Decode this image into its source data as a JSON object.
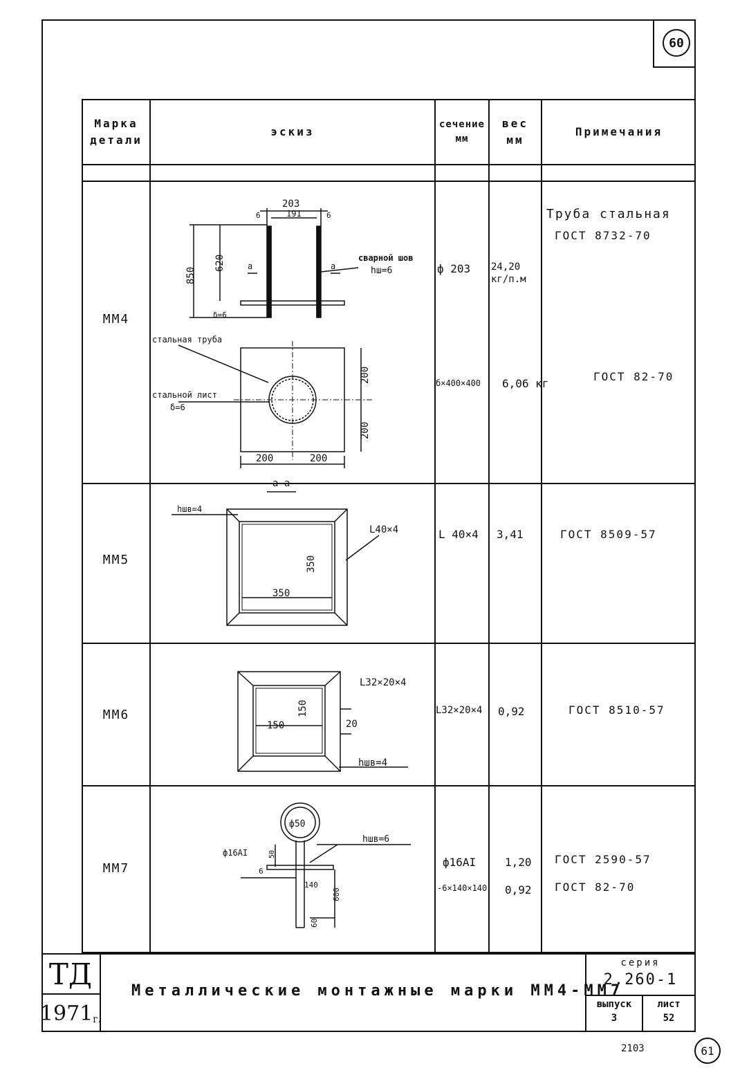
{
  "page_number_top": "60",
  "page_number_bottom": "61",
  "footer_code": "2103",
  "header": {
    "mark": [
      "Марка",
      "детали"
    ],
    "sketch": "эскиз",
    "section": [
      "сечение",
      "мм"
    ],
    "weight": [
      "вес",
      "мм"
    ],
    "notes": "Примечания"
  },
  "rows": [
    {
      "mark": "ММ4",
      "section_1": "ф 203",
      "weight_1": "24,20 кг/п.м",
      "section_2": "б×400×400",
      "weight_2": "6,06 кг",
      "note_1": "Труба стальная",
      "note_1b": "ГОСТ 8732-70",
      "note_2": "ГОСТ 82-70",
      "sketch": {
        "d_outer": "203",
        "d_inner": "191",
        "wall": "6",
        "h_total": "850",
        "h_tube": "620",
        "plate": "δ=6",
        "weld": "сварной шов",
        "weld_h": "hш=6",
        "cut_a": "а",
        "tube_label": "стальная труба",
        "sheet_label": "стальной лист",
        "sheet_t": "δ=6",
        "dim_200": "200",
        "section_label": "а-а"
      }
    },
    {
      "mark": "ММ5",
      "section": "L 40×4",
      "weight": "3,41",
      "note": "ГОСТ 8509-57",
      "sketch": {
        "weld": "hшв=4",
        "profile": "L40×4",
        "dim_h": "350",
        "dim_w": "350"
      }
    },
    {
      "mark": "ММ6",
      "section": "L32×20×4",
      "weight": "0,92",
      "note": "ГОСТ 8510-57",
      "sketch": {
        "profile": "L32×20×4",
        "dim_w": "150",
        "dim_h": "150",
        "dim_20": "20",
        "weld": "hшв=4"
      }
    },
    {
      "mark": "ММ7",
      "section_1": "ф16АI",
      "weight_1": "1,20",
      "section_2": "-6×140×140",
      "weight_2": "0,92",
      "note_1": "ГОСТ 2590-57",
      "note_2": "ГОСТ 82-70",
      "sketch": {
        "ring": "ф50",
        "bar": "ф16АI",
        "weld": "hшв=6",
        "plate": "140",
        "dim_600": "600",
        "dim_60": "60",
        "dim_6": "6",
        "dim_50": "50"
      }
    }
  ],
  "title_block": {
    "org": "ТД",
    "year": "1971",
    "year_suffix": "г.",
    "title": "Металлические монтажные марки ММ4-ММ7",
    "series_label": "серия",
    "series": "2.260-1",
    "issue_label": "выпуск",
    "issue": "3",
    "sheet_label": "лист",
    "sheet": "52"
  }
}
